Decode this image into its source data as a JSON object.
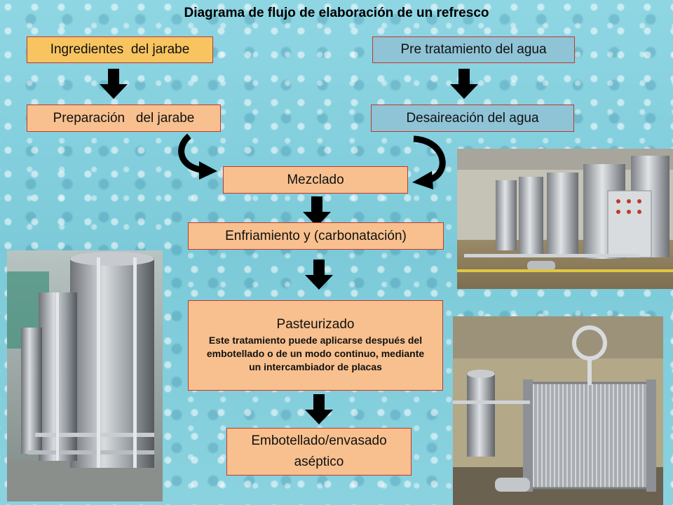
{
  "title": "Diagrama de flujo de elaboración de un refresco",
  "boxes": {
    "ingredientes": "Ingredientes  del jarabe",
    "pretratamiento": "Pre tratamiento del agua",
    "preparacion": "Preparación   del jarabe",
    "desaireacion": "Desaireación del agua",
    "mezclado": "Mezclado",
    "enfriamiento": "Enfriamiento y (carbonatación)",
    "pasteurizado_title": "Pasteurizado",
    "pasteurizado_note": "Este tratamiento puede aplicarse después del embotellado o de un modo continuo, mediante un intercambiador de placas",
    "embotellado_line1": "Embotellado/envasado",
    "embotellado_line2": "aséptico"
  },
  "colors": {
    "box_orange": "#f8c08e",
    "box_yellow": "#f7c460",
    "box_blue": "#8fc3d6",
    "border": "#c0392b",
    "arrow": "#000000"
  },
  "icons": [
    "down-arrow-icon",
    "curved-arrow-icon"
  ],
  "photos": [
    "tank-room-photo",
    "tanks-control-panel-photo",
    "plate-heat-exchanger-photo"
  ]
}
